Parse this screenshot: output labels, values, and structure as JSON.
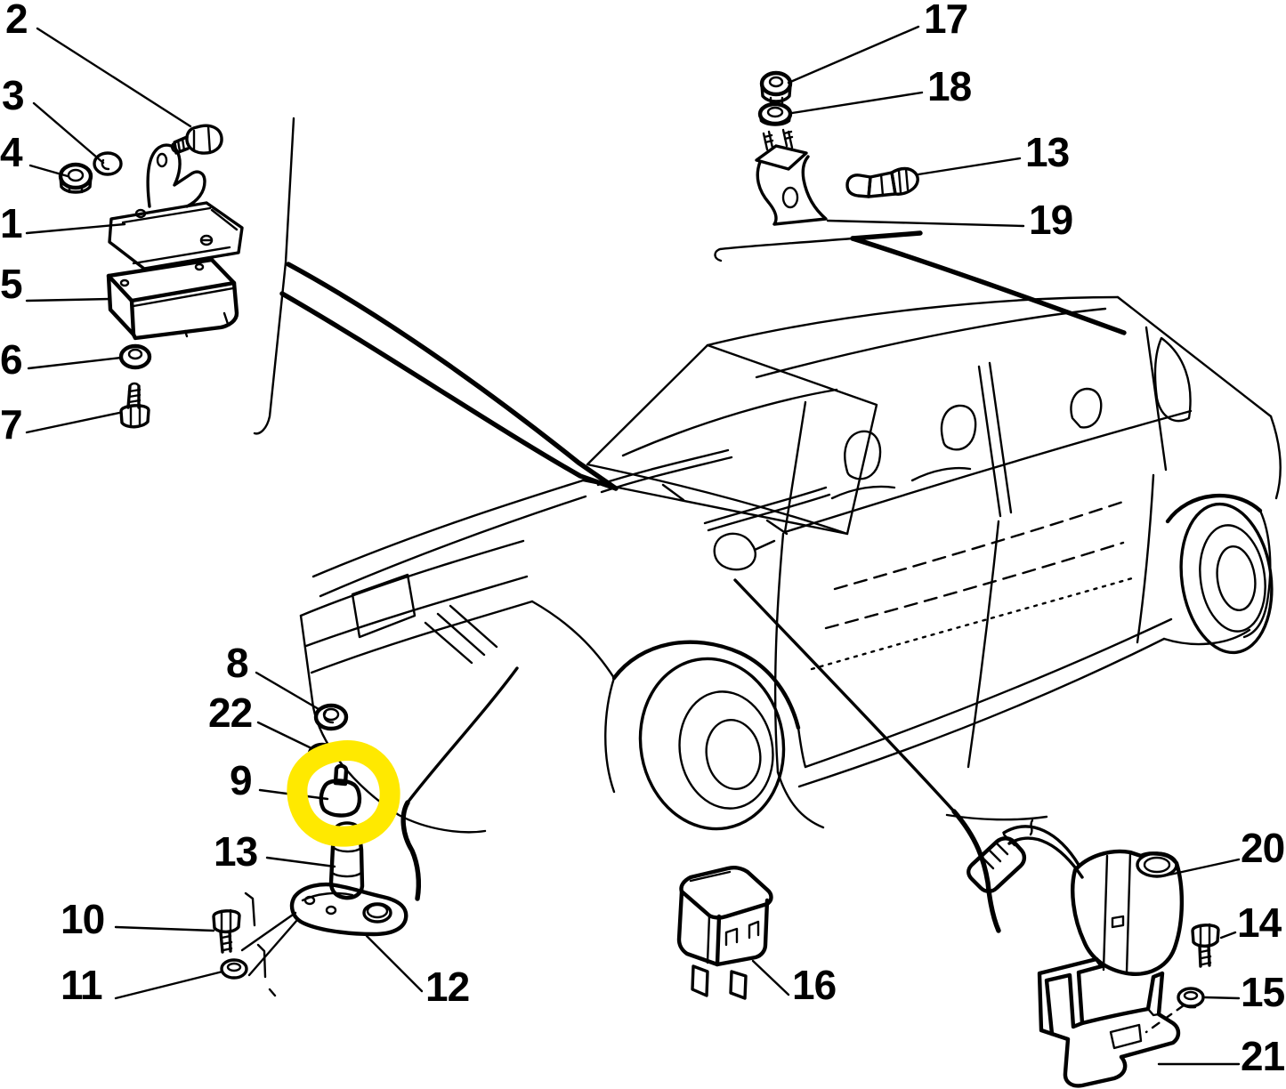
{
  "diagram": {
    "kind": "exploded-parts-diagram",
    "subject": "hatchback-car-line-drawing",
    "background": "#ffffff",
    "line_color": "#000000",
    "highlight": {
      "color": "#ffe900",
      "shape": "hand-drawn-marker-circle",
      "around_callout": "9"
    }
  },
  "callouts": [
    {
      "label": "2",
      "part": "hex-flange-screw-drawing"
    },
    {
      "label": "3",
      "part": "washer-drawing"
    },
    {
      "label": "4",
      "part": "hex-nut-drawing"
    },
    {
      "label": "1",
      "part": "mounting-bracket-drawing"
    },
    {
      "label": "5",
      "part": "control-module-drawing"
    },
    {
      "label": "6",
      "part": "grommet-drawing"
    },
    {
      "label": "7",
      "part": "hex-bolt-drawing"
    },
    {
      "label": "17",
      "part": "hex-nut-drawing"
    },
    {
      "label": "18",
      "part": "washer-drawing"
    },
    {
      "label": "13",
      "part": "sensor-drawing"
    },
    {
      "label": "19",
      "part": "support-bracket-drawing"
    },
    {
      "label": "8",
      "part": "grommet-drawing"
    },
    {
      "label": "22",
      "part": "washer-drawing"
    },
    {
      "label": "9",
      "part": "sensor-valve-drawing",
      "highlighted": true
    },
    {
      "label": "13",
      "part": "sensor-body-drawing"
    },
    {
      "label": "10",
      "part": "hex-bolt-drawing"
    },
    {
      "label": "11",
      "part": "washer-drawing"
    },
    {
      "label": "12",
      "part": "bracket-plate-drawing"
    },
    {
      "label": "16",
      "part": "relay-drawing"
    },
    {
      "label": "20",
      "part": "module-with-connector-drawing"
    },
    {
      "label": "14",
      "part": "hex-bolt-drawing"
    },
    {
      "label": "15",
      "part": "washer-drawing"
    },
    {
      "label": "21",
      "part": "mounting-bracket-drawing"
    }
  ]
}
